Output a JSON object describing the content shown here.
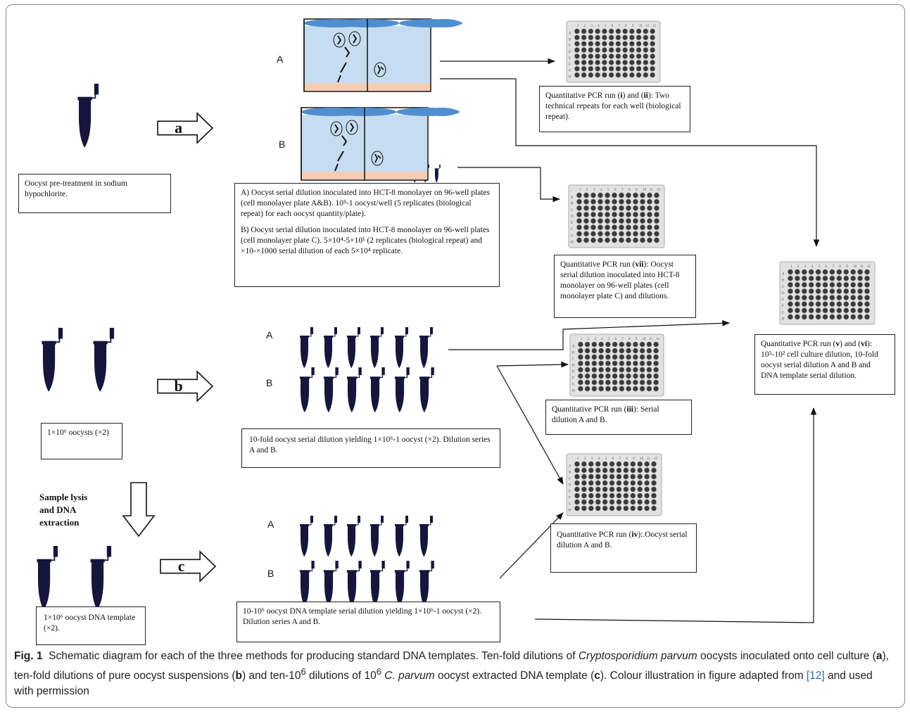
{
  "figure": {
    "caption": {
      "label": "Fig. 1",
      "text_1": "Schematic diagram for each of the three methods for producing standard DNA templates. Ten-fold dilutions of ",
      "italic_1": "Cryptosporidium parvum",
      "text_2": " oocysts inoculated onto cell culture (",
      "bold_a": "a",
      "text_3": "), ten-fold dilutions of pure oocyst suspensions (",
      "bold_b": "b",
      "text_4": ") and ten-10",
      "sup_1": "6",
      "text_5": " dilutions of 10",
      "sup_2": "6",
      "italic_2": "C. parvum",
      "text_6": " oocyst extracted DNA template (",
      "bold_c": "c",
      "text_7": "). Colour illustration in figure adapted from ",
      "ref": "[12]",
      "text_8": " and used with permission"
    },
    "arrows": {
      "a": "a",
      "b": "b",
      "c": "c"
    },
    "row_labels": {
      "A": "A",
      "B": "B"
    },
    "side_label": {
      "line1": "Sample lysis",
      "line2": "and DNA",
      "line3": "extraction"
    },
    "boxes": {
      "pretreatment": "Oocyst pre-treatment in sodium hypochlorite.",
      "culture_desc_p1": "A) Oocyst serial dilution inoculated into HCT-8 monolayer on 96-well plates (cell monolayer plate A&B). 10⁵-1 oocyst/well (5 replicates (biological repeat) for each oocyst quantity/plate).",
      "culture_desc_p2": "B) Oocyst serial dilution inoculated into HCT-8 monolayer on 96-well plates (cell monolayer plate C). 5×10⁴-5×10¹ (2 replicates (biological repeat) and ×10-×1000 serial dilution of each 5×10⁴ replicate.",
      "oocysts_count": "1×10⁶ oocysts (×2)",
      "dilution_b": "10-fold oocyst serial dilution yielding 1×10⁶-1 oocyst (×2). Dilution series A and B.",
      "dna_template": "1×10⁶ oocyst DNA template (×2).",
      "dilution_c": "10-10⁶ oocyst DNA template serial dilution yielding 1×10⁶-1 oocyst (×2). Dilution series A and B."
    },
    "qpcr": {
      "run_i_ii": {
        "prefix": "Quantitative PCR run (",
        "b1": "i",
        "mid": ") and (",
        "b2": "ii",
        "suffix": "): Two technical repeats for each well (biological repeat)."
      },
      "run_vii": {
        "prefix": "Quantitative PCR run (",
        "b1": "vii",
        "suffix": "): Oocyst serial dilution inoculated into HCT-8 monolayer on 96-well plates (cell monolayer plate C) and dilutions."
      },
      "run_iii": {
        "prefix": "Quantitative PCR run (",
        "b1": "iii",
        "suffix": "): Serial dilution A and B."
      },
      "run_iv": {
        "prefix": "Quantitative PCR run (",
        "b1": "iv",
        "suffix": "):.Oocyst serial dilution A and B."
      },
      "run_v_vi": {
        "prefix": "Quantitative PCR run (",
        "b1": "v",
        "mid": ") and (",
        "b2": "vi",
        "suffix": "): 10⁵-10² cell culture dilution, 10-fold oocyst serial dilution A and B and DNA template serial dilution."
      }
    },
    "plate": {
      "rows": [
        "A",
        "B",
        "C",
        "D",
        "E",
        "F",
        "G",
        "H"
      ],
      "cols": [
        "1",
        "2",
        "3",
        "4",
        "5",
        "6",
        "7",
        "8",
        "9",
        "10",
        "11",
        "12"
      ]
    },
    "colors": {
      "tube": "#16163c",
      "medium": "#c6dcf0",
      "rim": "#4f8fd0",
      "cells": "#f5cdb4",
      "plate": "#e2e2e2",
      "well": "#3a3a3a"
    },
    "icons": [
      "microcentrifuge-tube-icon",
      "culture-well-icon",
      "pcr-plate-icon",
      "block-arrow-icon"
    ]
  }
}
